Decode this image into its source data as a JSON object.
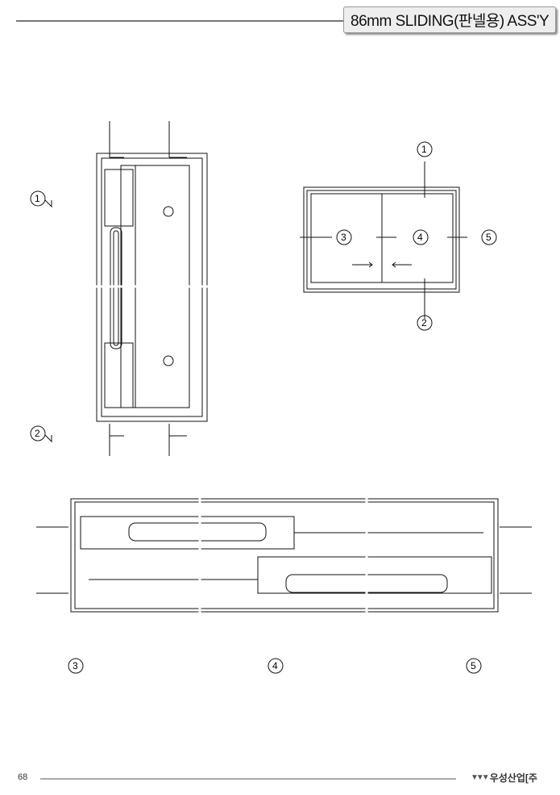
{
  "header": {
    "title": "86mm SLIDING(판넬용) ASS'Y"
  },
  "markers": {
    "m1": "1",
    "m2": "2",
    "m3": "3",
    "m4": "4",
    "m5": "5"
  },
  "footer": {
    "page_number": "68",
    "company": "우성산업[주"
  }
}
